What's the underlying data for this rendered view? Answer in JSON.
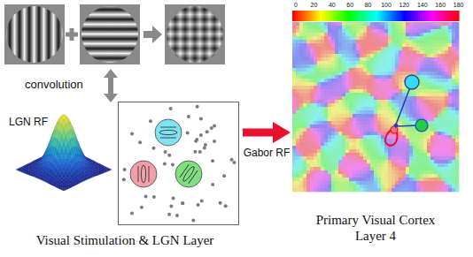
{
  "diagram": {
    "nodes": [
      {
        "text": [
          "Visual Stimulation & LGN Layer"
        ]
      },
      {
        "text": [
          "Primary Visual Cortex Layer 4"
        ]
      }
    ],
    "edges": [
      {
        "from": 0,
        "to": 1,
        "label": "Gabor RF",
        "arrow": "to"
      }
    ],
    "labels": [
      "convolution",
      "LGN RF",
      "0",
      "20",
      "40",
      "60",
      "80",
      "100",
      "120",
      "140",
      "160",
      "180"
    ]
  }
}
